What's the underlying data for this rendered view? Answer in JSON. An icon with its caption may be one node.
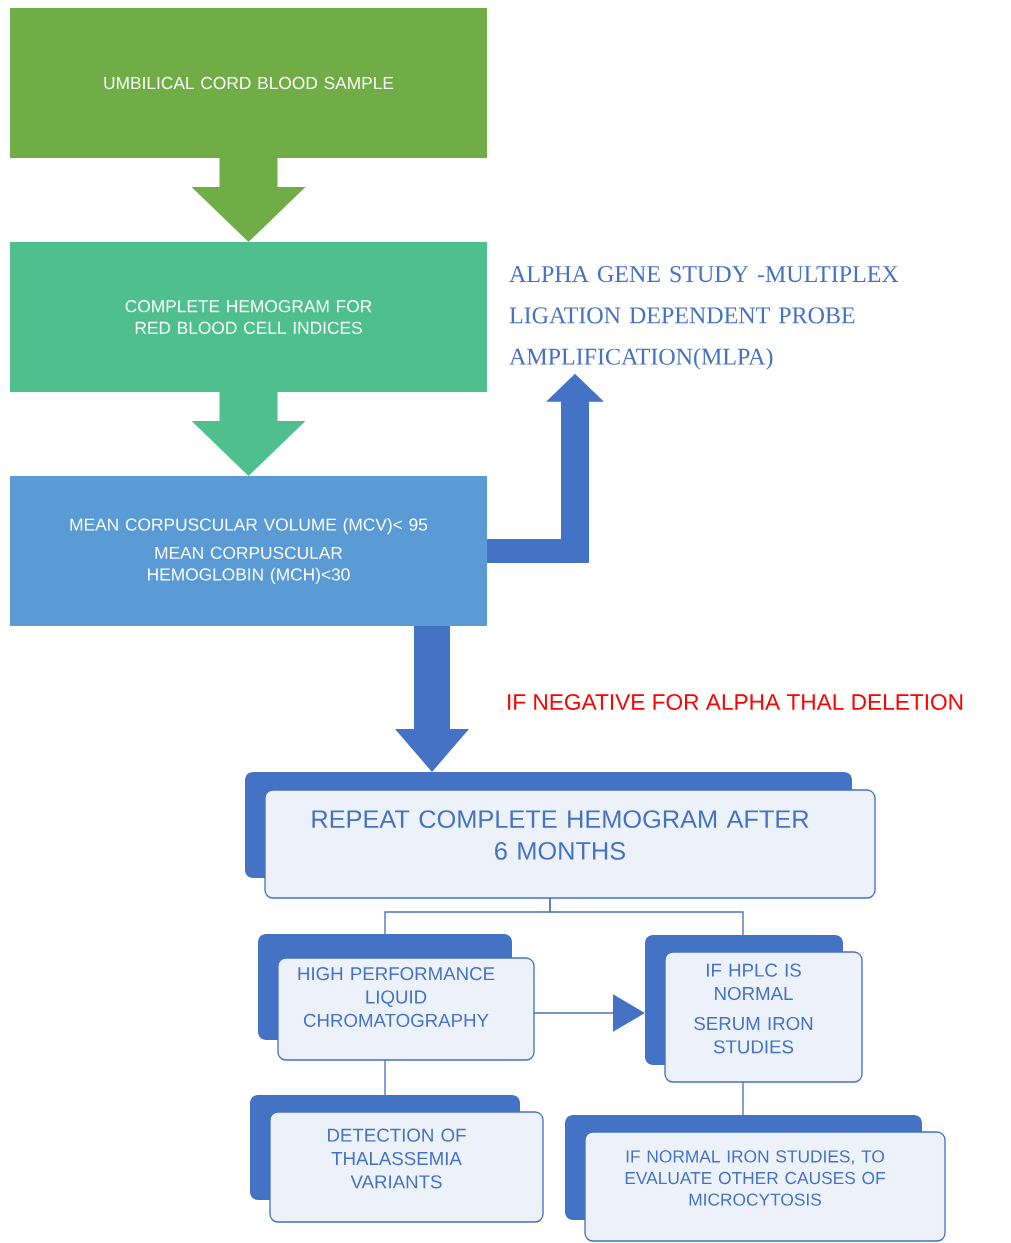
{
  "diagram": {
    "nodes": [
      {
        "text": [
          "UMBILICAL CORD BLOOD SAMPLE"
        ]
      },
      {
        "text": [
          "COMPLETE HEMOGRAM FOR RED BLOOD CELL INDICES"
        ]
      },
      {
        "text": [
          "MEAN CORPUSCULAR VOLUME (MCV)< 95",
          "MEAN CORPUSCULAR HEMOGLOBIN (MCH)<30"
        ]
      },
      {
        "text": [
          "ALPHA GENE STUDY -MULTIPLEX LIGATION DEPENDENT PROBE AMPLIFICATION(MLPA)"
        ]
      },
      {
        "text": [
          "REPEAT COMPLETE HEMOGRAM AFTER 6 MONTHS"
        ]
      },
      {
        "text": [
          "HIGH PERFORMANCE LIQUID CHROMATOGRAPHY"
        ]
      },
      {
        "text": [
          "IF HPLC IS NORMAL",
          "SERUM IRON STUDIES"
        ]
      },
      {
        "text": [
          "DETECTION OF THALASSEMIA VARIANTS"
        ]
      },
      {
        "text": [
          "IF NORMAL IRON STUDIES, TO EVALUATE OTHER CAUSES OF MICROCYTOSIS"
        ]
      }
    ],
    "edges": [
      {
        "from": 0,
        "to": 1,
        "arrow": "to",
        "style": "thick",
        "color": "#70ad47"
      },
      {
        "from": 1,
        "to": 2,
        "arrow": "to",
        "style": "thick",
        "color": "#4fc08d"
      },
      {
        "from": 2,
        "to": 3,
        "arrow": "to",
        "style": "thick"
      },
      {
        "from": 2,
        "to": 4,
        "arrow": "to",
        "style": "thick",
        "label": "IF NEGATIVE FOR ALPHA THAL DELETION"
      },
      {
        "from": 4,
        "to": 5,
        "arrow": "none"
      },
      {
        "from": 4,
        "to": 6,
        "arrow": "none"
      },
      {
        "from": 5,
        "to": 6,
        "arrow": "to"
      },
      {
        "from": 5,
        "to": 7,
        "arrow": "none"
      },
      {
        "from": 6,
        "to": 8,
        "arrow": "none"
      }
    ]
  }
}
